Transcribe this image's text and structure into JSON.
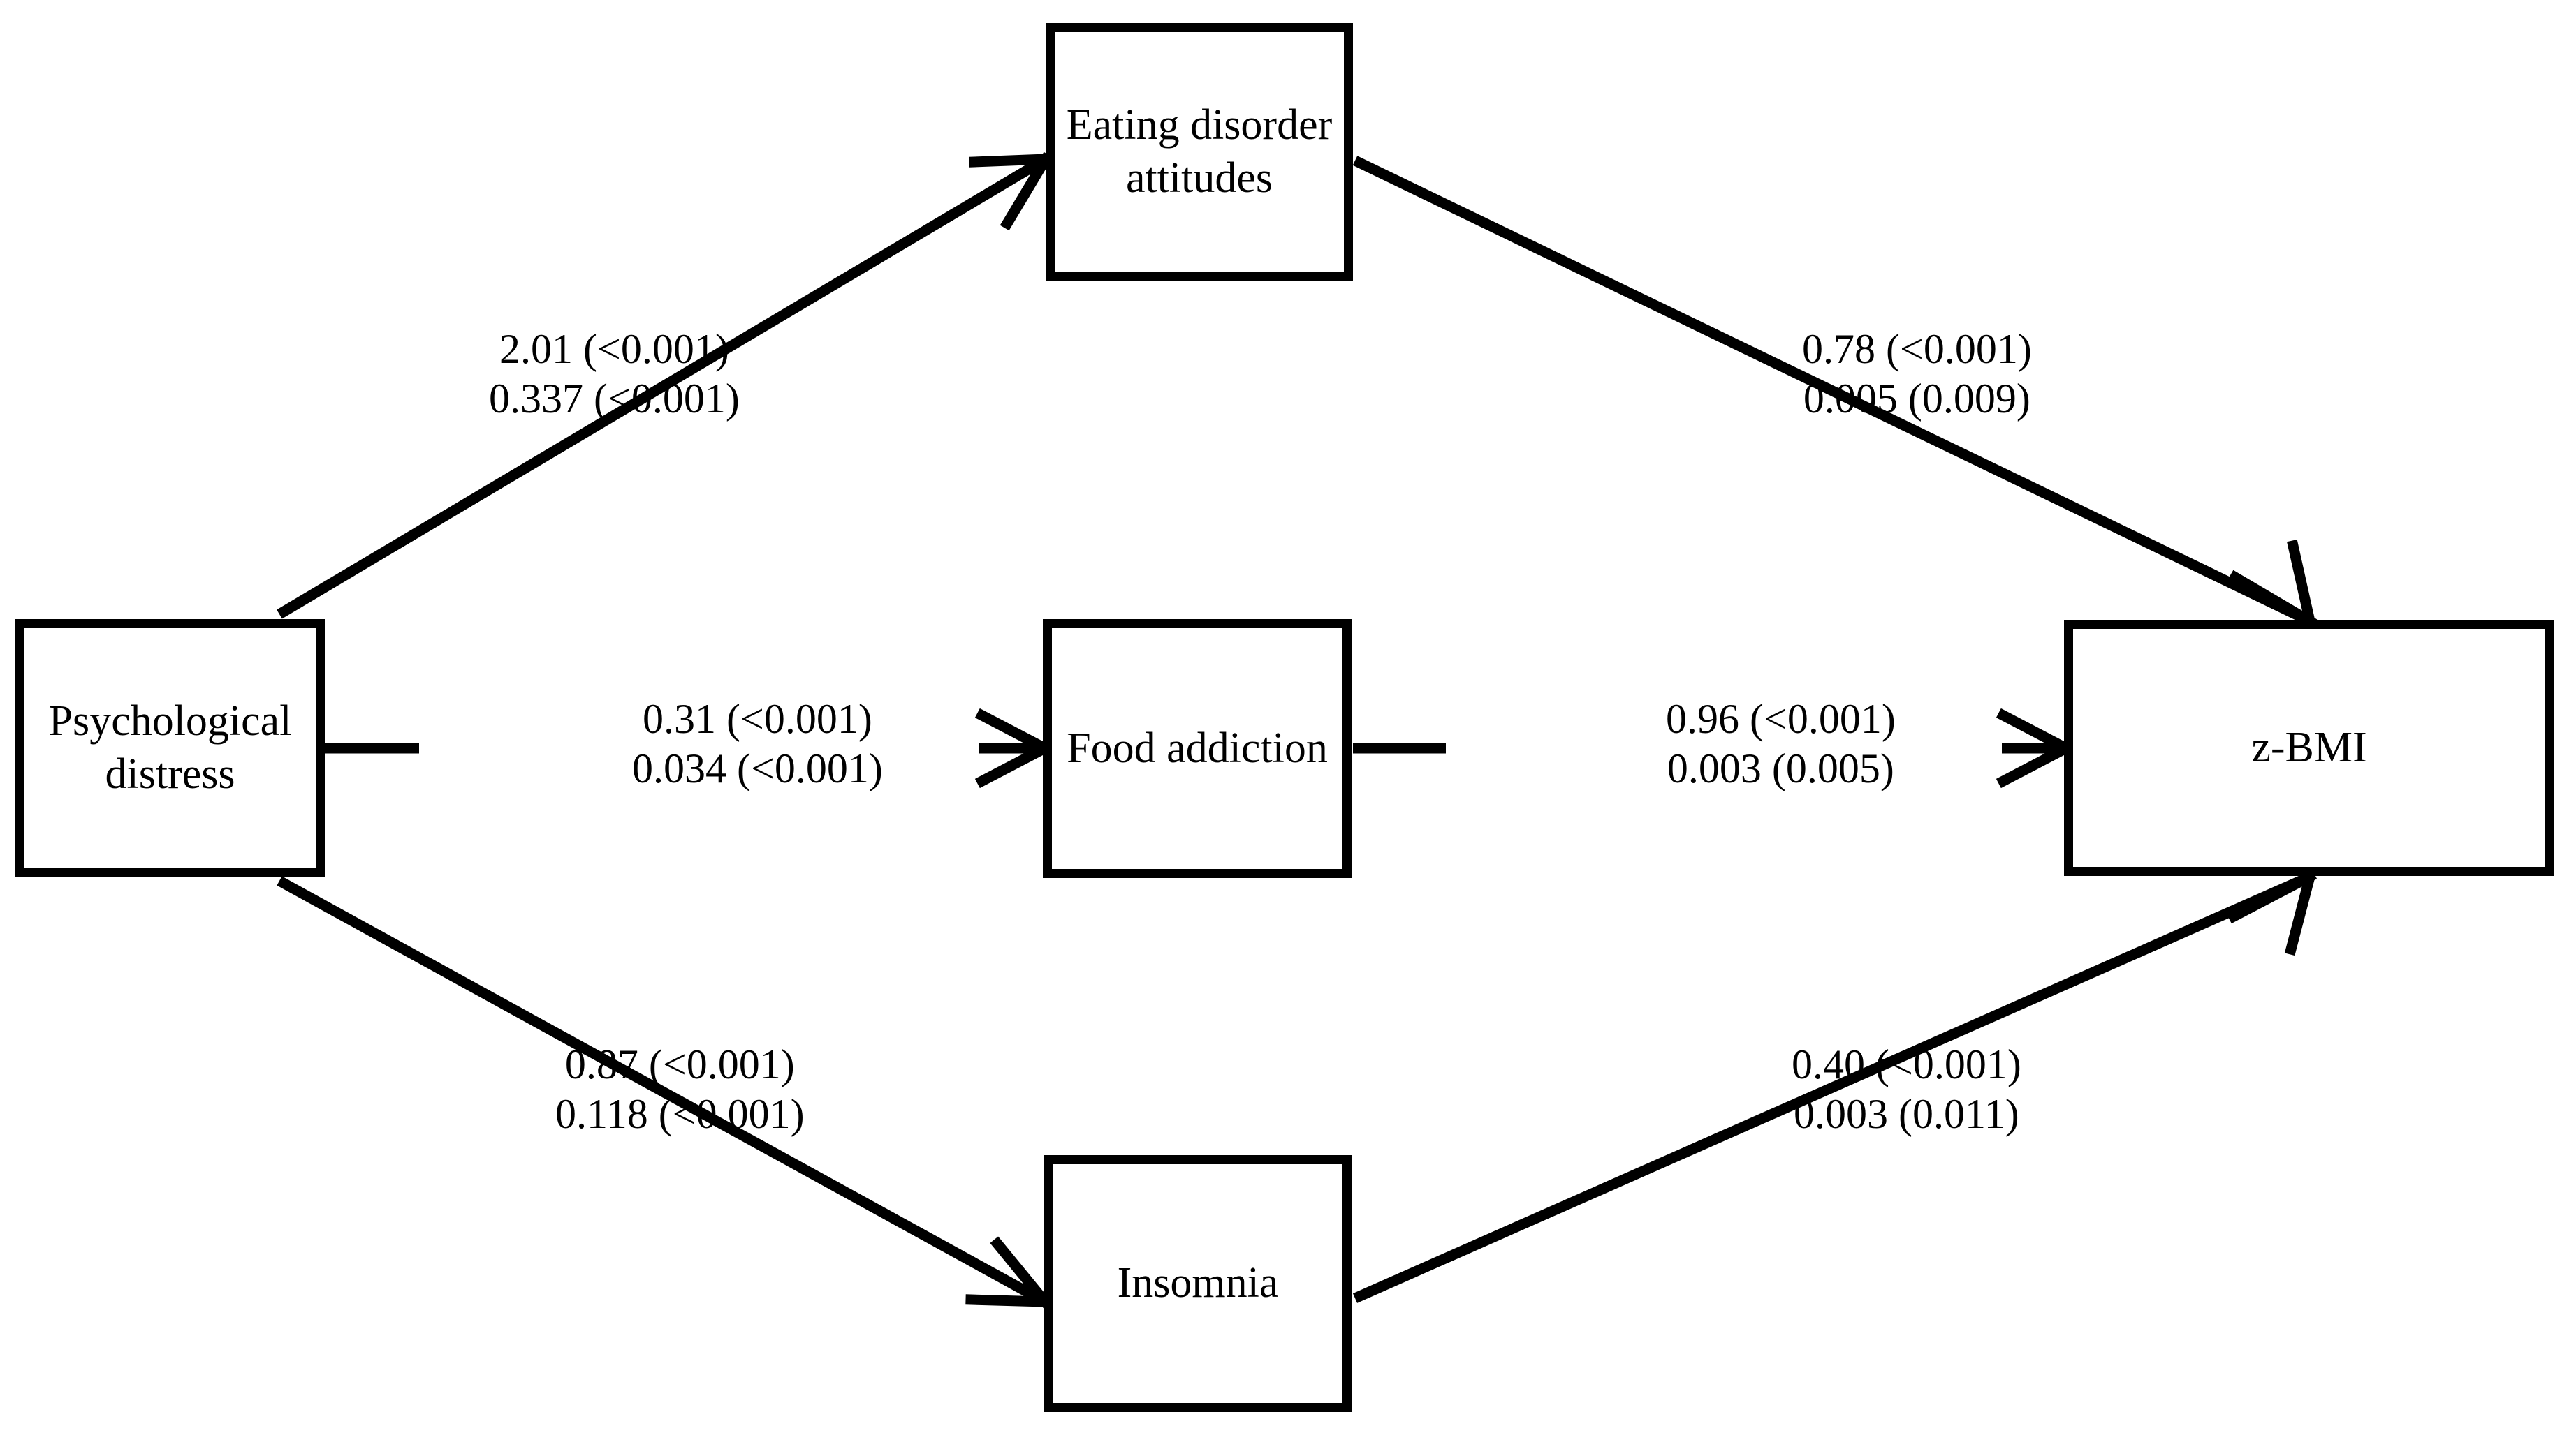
{
  "figure": {
    "type": "path-diagram",
    "description": "Mediation model linking psychological distress to z-BMI through three mediators",
    "background_color": "#ffffff",
    "line_color": "#000000",
    "text_color": "#000000"
  },
  "nodes": [
    {
      "id": "psychological-distress",
      "label": "Psychological\ndistress"
    },
    {
      "id": "eating-disorder-attitudes",
      "label": "Eating disorder\nattitudes"
    },
    {
      "id": "food-addiction",
      "label": "Food addiction"
    },
    {
      "id": "insomnia",
      "label": "Insomnia"
    },
    {
      "id": "z-bmi",
      "label": "z-BMI"
    }
  ],
  "edges": [
    {
      "id": "pd-to-eda",
      "from": "psychological-distress",
      "to": "eating-disorder-attitudes",
      "coefficient": "2.01 (<0.001)",
      "indirect": "0.337 (<0.001)"
    },
    {
      "id": "eda-to-zbmi",
      "from": "eating-disorder-attitudes",
      "to": "z-bmi",
      "coefficient": "0.78 (<0.001)",
      "indirect": "0.005 (0.009)"
    },
    {
      "id": "pd-to-fa",
      "from": "psychological-distress",
      "to": "food-addiction",
      "coefficient": "0.31 (<0.001)",
      "indirect": "0.034 (<0.001)"
    },
    {
      "id": "fa-to-zbmi",
      "from": "food-addiction",
      "to": "z-bmi",
      "coefficient": "0.96 (<0.001)",
      "indirect": "0.003 (0.005)"
    },
    {
      "id": "pd-to-insomnia",
      "from": "psychological-distress",
      "to": "insomnia",
      "coefficient": "0.87 (<0.001)",
      "indirect": "0.118 (<0.001)"
    },
    {
      "id": "insomnia-to-zbmi",
      "from": "insomnia",
      "to": "z-bmi",
      "coefficient": "0.40 (<0.001)",
      "indirect": "0.003 (0.011)"
    }
  ]
}
